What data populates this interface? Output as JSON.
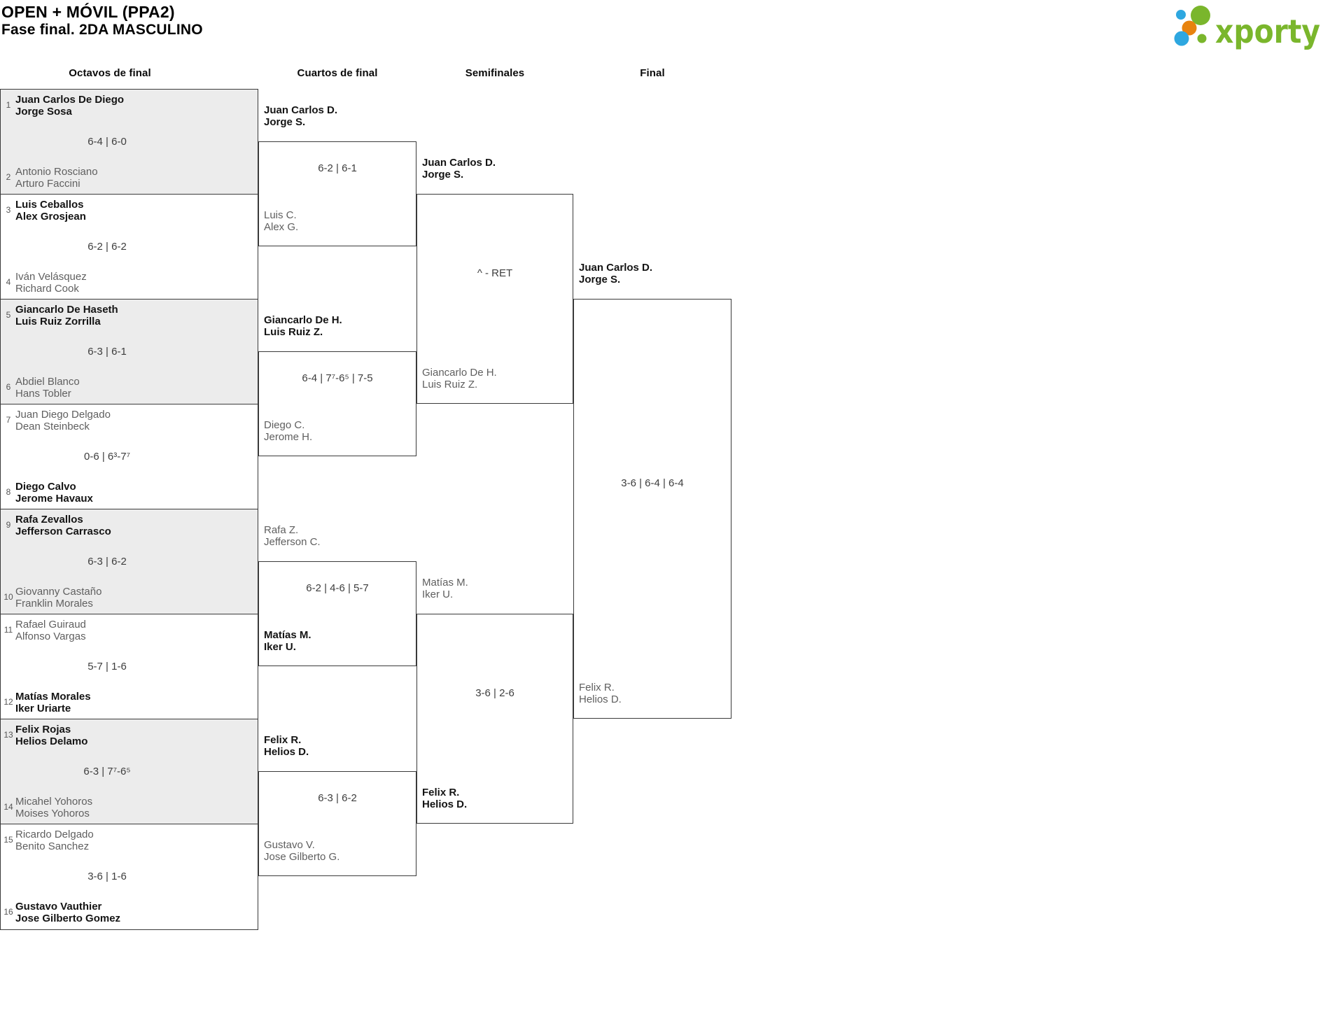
{
  "title": {
    "line1": "OPEN + MÓVIL (PPA2)",
    "line2": "Fase final. 2DA MASCULINO"
  },
  "logo": {
    "brand": "xporty",
    "colors": {
      "green": "#7ab62c",
      "blue": "#2ea7e0",
      "orange": "#e8830e"
    }
  },
  "round_headers": {
    "r16": "Octavos de final",
    "qf": "Cuartos de final",
    "sf": "Semifinales",
    "final": "Final"
  },
  "r16": [
    {
      "seed1": "1",
      "team1": [
        "Juan Carlos De Diego",
        "Jorge Sosa"
      ],
      "seed2": "2",
      "team2": [
        "Antonio Rosciano",
        "Arturo Faccini"
      ],
      "score": "6-4 | 6-0",
      "winner": "top"
    },
    {
      "seed1": "3",
      "team1": [
        "Luis Ceballos",
        "Alex Grosjean"
      ],
      "seed2": "4",
      "team2": [
        "Iván Velásquez",
        "Richard Cook"
      ],
      "score": "6-2 | 6-2",
      "winner": "top"
    },
    {
      "seed1": "5",
      "team1": [
        "Giancarlo De Haseth",
        "Luis Ruiz Zorrilla"
      ],
      "seed2": "6",
      "team2": [
        "Abdiel Blanco",
        "Hans Tobler"
      ],
      "score": "6-3 | 6-1",
      "winner": "top"
    },
    {
      "seed1": "7",
      "team1": [
        "Juan Diego Delgado",
        "Dean Steinbeck"
      ],
      "seed2": "8",
      "team2": [
        "Diego Calvo",
        "Jerome Havaux"
      ],
      "score": "0-6 | 6³-7⁷",
      "winner": "bottom"
    },
    {
      "seed1": "9",
      "team1": [
        "Rafa Zevallos",
        "Jefferson Carrasco"
      ],
      "seed2": "10",
      "team2": [
        "Giovanny Castaño",
        "Franklin Morales"
      ],
      "score": "6-3 | 6-2",
      "winner": "top"
    },
    {
      "seed1": "11",
      "team1": [
        "Rafael Guiraud",
        "Alfonso Vargas"
      ],
      "seed2": "12",
      "team2": [
        "Matías Morales",
        "Iker Uriarte"
      ],
      "score": "5-7 | 1-6",
      "winner": "bottom"
    },
    {
      "seed1": "13",
      "team1": [
        "Felix Rojas",
        "Helios Delamo"
      ],
      "seed2": "14",
      "team2": [
        "Micahel Yohoros",
        "Moises Yohoros"
      ],
      "score": "6-3 | 7⁷-6⁵",
      "winner": "top"
    },
    {
      "seed1": "15",
      "team1": [
        "Ricardo Delgado",
        "Benito Sanchez"
      ],
      "seed2": "16",
      "team2": [
        "Gustavo Vauthier",
        "Jose Gilberto Gomez"
      ],
      "score": "3-6 | 1-6",
      "winner": "bottom"
    }
  ],
  "qf": [
    {
      "top": [
        "Juan Carlos D.",
        "Jorge S."
      ],
      "bottom": [
        "Luis C.",
        "Alex G."
      ],
      "score": "6-2 | 6-1",
      "winner": "top"
    },
    {
      "top": [
        "Giancarlo De H.",
        "Luis Ruiz Z."
      ],
      "bottom": [
        "Diego C.",
        "Jerome H."
      ],
      "score": "6-4 | 7⁷-6⁵ | 7-5",
      "winner": "top"
    },
    {
      "top": [
        "Rafa Z.",
        "Jefferson C."
      ],
      "bottom": [
        "Matías M.",
        "Iker U."
      ],
      "score": "6-2 | 4-6 | 5-7",
      "winner": "bottom"
    },
    {
      "top": [
        "Felix R.",
        "Helios D."
      ],
      "bottom": [
        "Gustavo V.",
        "Jose Gilberto G."
      ],
      "score": "6-3 | 6-2",
      "winner": "top"
    }
  ],
  "sf": [
    {
      "top": [
        "Juan Carlos D.",
        "Jorge S."
      ],
      "bottom": [
        "Giancarlo De H.",
        "Luis Ruiz Z."
      ],
      "score": "^ - RET",
      "winner": "top"
    },
    {
      "top": [
        "Matías M.",
        "Iker U."
      ],
      "bottom": [
        "Felix R.",
        "Helios D."
      ],
      "score": "3-6 | 2-6",
      "winner": "bottom"
    }
  ],
  "final": {
    "top": [
      "Juan Carlos D.",
      "Jorge S."
    ],
    "bottom": [
      "Felix R.",
      "Helios D."
    ],
    "score": "3-6 | 6-4 | 6-4",
    "winner": "top"
  }
}
